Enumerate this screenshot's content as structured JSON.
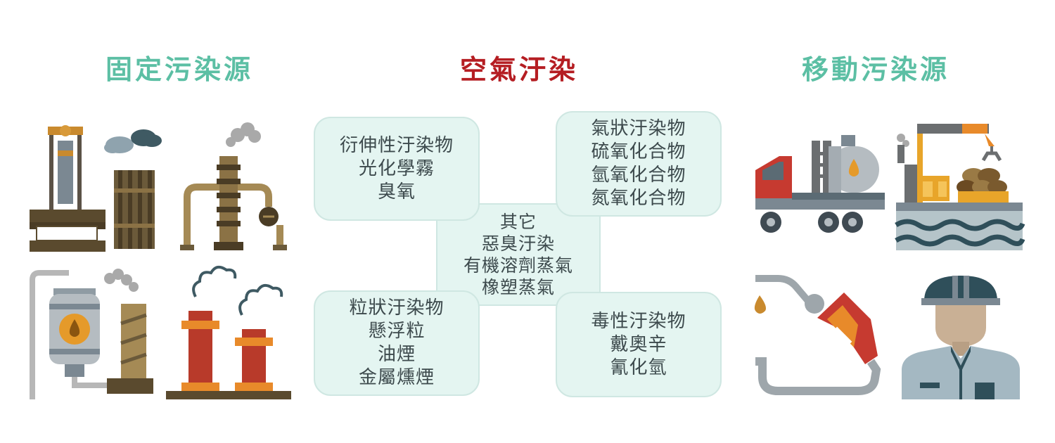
{
  "headings": {
    "stationary": "固定污染源",
    "air_pollution": "空氣汙染",
    "mobile": "移動污染源"
  },
  "boxes": {
    "top_left": [
      "衍伸性汙染物",
      "光化學霧",
      "臭氧"
    ],
    "top_right": [
      "氣狀汙染物",
      "硫氧化合物",
      "氫氧化合物",
      "氮氧化合物"
    ],
    "center": [
      "其它",
      "惡臭汙染",
      "有機溶劑蒸氣",
      "橡塑蒸氣"
    ],
    "bottom_left": [
      "粒狀汙染物",
      "懸浮粒",
      "油煙",
      "金屬燻煙"
    ],
    "bottom_right": [
      "毒性汙染物",
      "戴奧辛",
      "氰化氫"
    ]
  },
  "icons": {
    "stationary": [
      "press-machine-icon",
      "pipeline-valve-icon",
      "oil-tank-chimney-icon",
      "factory-chimneys-icon"
    ],
    "mobile": [
      "tanker-truck-icon",
      "harbor-crane-icon",
      "fuel-nozzle-icon",
      "worker-icon"
    ]
  },
  "colors": {
    "teal_heading": "#5cbfa4",
    "red_heading": "#b51d22",
    "box_fill": "#e4f5f1",
    "text": "#3d4a4d"
  }
}
